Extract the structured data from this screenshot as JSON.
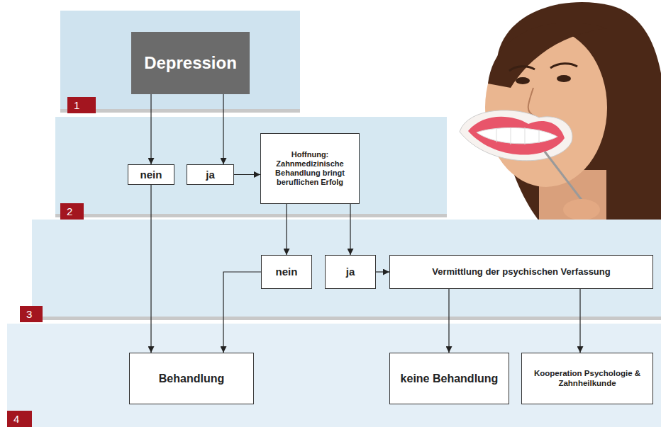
{
  "diagram": {
    "nodes": [
      {
        "text": [
          "Depression"
        ]
      },
      {
        "text": [
          "nein"
        ]
      },
      {
        "text": [
          "ja"
        ]
      },
      {
        "text": [
          "Hoffnung: Zahnmedizinische Behandlung bringt beruflichen Erfolg"
        ]
      },
      {
        "text": [
          "nein"
        ]
      },
      {
        "text": [
          "ja"
        ]
      },
      {
        "text": [
          "Vermittlung der psychischen Verfassung"
        ]
      },
      {
        "text": [
          "Behandlung"
        ]
      },
      {
        "text": [
          "keine Behandlung"
        ]
      },
      {
        "text": [
          "Kooperation Psychologie & Zahnheilkunde"
        ]
      }
    ],
    "edges": [
      {
        "from": 0,
        "to": 1,
        "arrow": "to"
      },
      {
        "from": 0,
        "to": 2,
        "arrow": "to"
      },
      {
        "from": 2,
        "to": 3,
        "arrow": "to"
      },
      {
        "from": 3,
        "to": 4,
        "arrow": "to"
      },
      {
        "from": 3,
        "to": 5,
        "arrow": "to"
      },
      {
        "from": 5,
        "to": 6,
        "arrow": "to"
      },
      {
        "from": 1,
        "to": 7,
        "arrow": "to"
      },
      {
        "from": 4,
        "to": 7,
        "arrow": "to"
      },
      {
        "from": 6,
        "to": 8,
        "arrow": "to"
      },
      {
        "from": 6,
        "to": 9,
        "arrow": "to"
      }
    ],
    "labels": [
      "1",
      "2",
      "3",
      "4"
    ]
  }
}
